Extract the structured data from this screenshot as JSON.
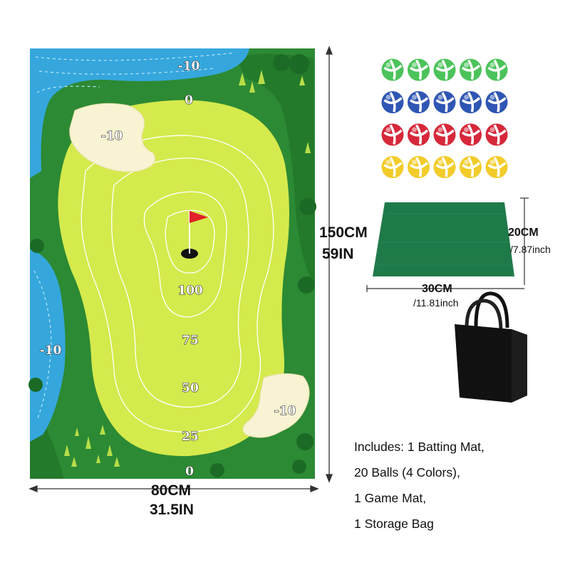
{
  "mat": {
    "scores": {
      "water_top": "-10",
      "top_zero": "0",
      "bunker_left": "-10",
      "ring_100": "100",
      "ring_75": "75",
      "ring_50": "50",
      "ring_25": "25",
      "bottom_zero": "0",
      "water_left": "-10",
      "bunker_right": "-10"
    },
    "width_cm": "80CM",
    "width_in": "31.5IN",
    "height_cm": "150CM",
    "height_in": "59IN"
  },
  "game_mat": {
    "color": "#1f7a4a",
    "width_cm": "30CM",
    "width_inch": "/11.81inch",
    "height_cm": "20CM",
    "height_inch": "/7.87inch"
  },
  "balls": {
    "rows": [
      {
        "color": "green",
        "hex": "#4cc35a",
        "count": 5
      },
      {
        "color": "blue",
        "hex": "#2f56b3",
        "count": 5
      },
      {
        "color": "red",
        "hex": "#d6283a",
        "count": 5
      },
      {
        "color": "yellow",
        "hex": "#f2cc2a",
        "count": 5
      }
    ]
  },
  "bag": {
    "color": "#111111"
  },
  "includes": [
    "Includes: 1 Batting Mat,",
    "20 Balls (4 Colors),",
    "1 Game Mat,",
    "1 Storage Bag"
  ]
}
